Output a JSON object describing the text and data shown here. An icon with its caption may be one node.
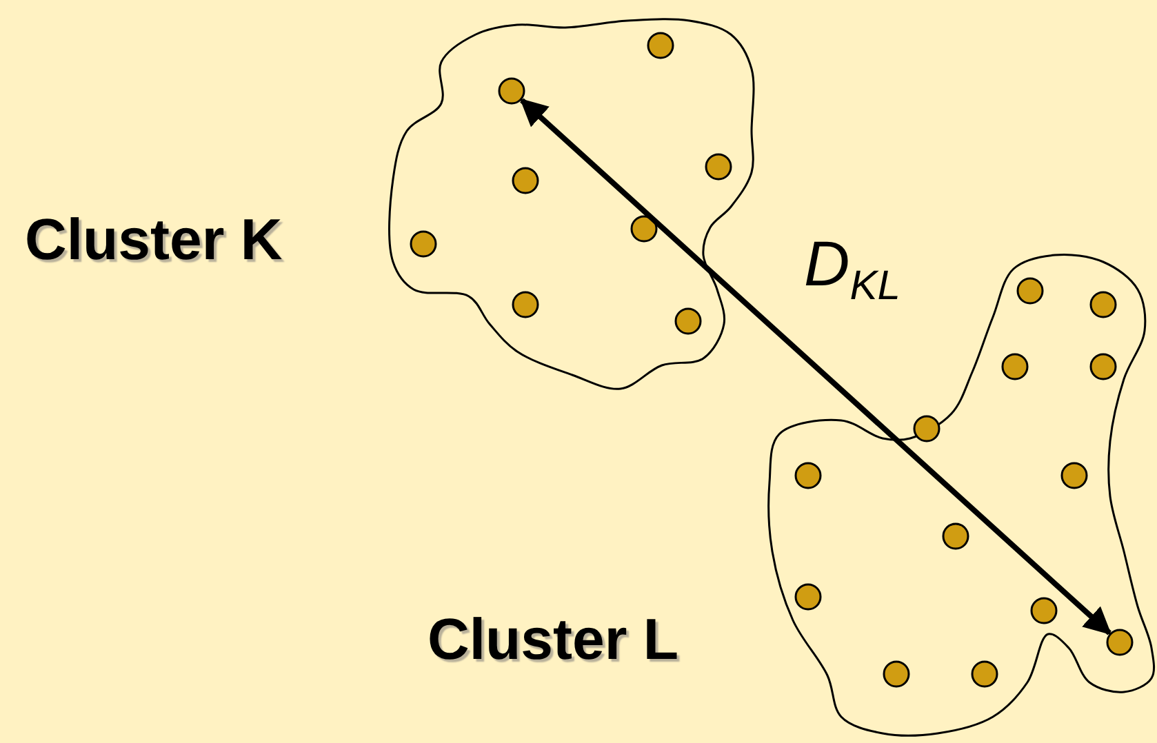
{
  "diagram": {
    "nodes": [
      {
        "text": [],
        "shape": "cloud",
        "beside": [
          "Cluster K"
        ]
      },
      {
        "text": [],
        "shape": "circle",
        "in": 0
      },
      {
        "text": [],
        "shape": "circle",
        "in": 0
      },
      {
        "text": [],
        "shape": "circle",
        "in": 0
      },
      {
        "text": [],
        "shape": "circle",
        "in": 0
      },
      {
        "text": [],
        "shape": "circle",
        "in": 0
      },
      {
        "text": [],
        "shape": "circle",
        "in": 0
      },
      {
        "text": [],
        "shape": "circle",
        "in": 0
      },
      {
        "text": [],
        "shape": "circle",
        "in": 0
      },
      {
        "text": [],
        "shape": "cloud",
        "beside": [
          "Cluster L"
        ]
      },
      {
        "text": [],
        "shape": "circle",
        "in": 9
      },
      {
        "text": [],
        "shape": "circle",
        "in": 9
      },
      {
        "text": [],
        "shape": "circle",
        "in": 9
      },
      {
        "text": [],
        "shape": "circle",
        "in": 9
      },
      {
        "text": [],
        "shape": "circle",
        "in": 9
      },
      {
        "text": [],
        "shape": "circle",
        "in": 9
      },
      {
        "text": [],
        "shape": "circle",
        "in": 9
      },
      {
        "text": [],
        "shape": "circle",
        "in": 9
      },
      {
        "text": [],
        "shape": "circle",
        "in": 9
      },
      {
        "text": [],
        "shape": "circle",
        "in": 9
      },
      {
        "text": [],
        "shape": "circle",
        "in": 9
      },
      {
        "text": [],
        "shape": "circle",
        "in": 9
      },
      {
        "text": [],
        "shape": "circle",
        "in": 9
      }
    ],
    "edges": [
      {
        "from": 2,
        "to": 20,
        "arrow": "both",
        "label": "D$_{KL}$"
      }
    ]
  }
}
